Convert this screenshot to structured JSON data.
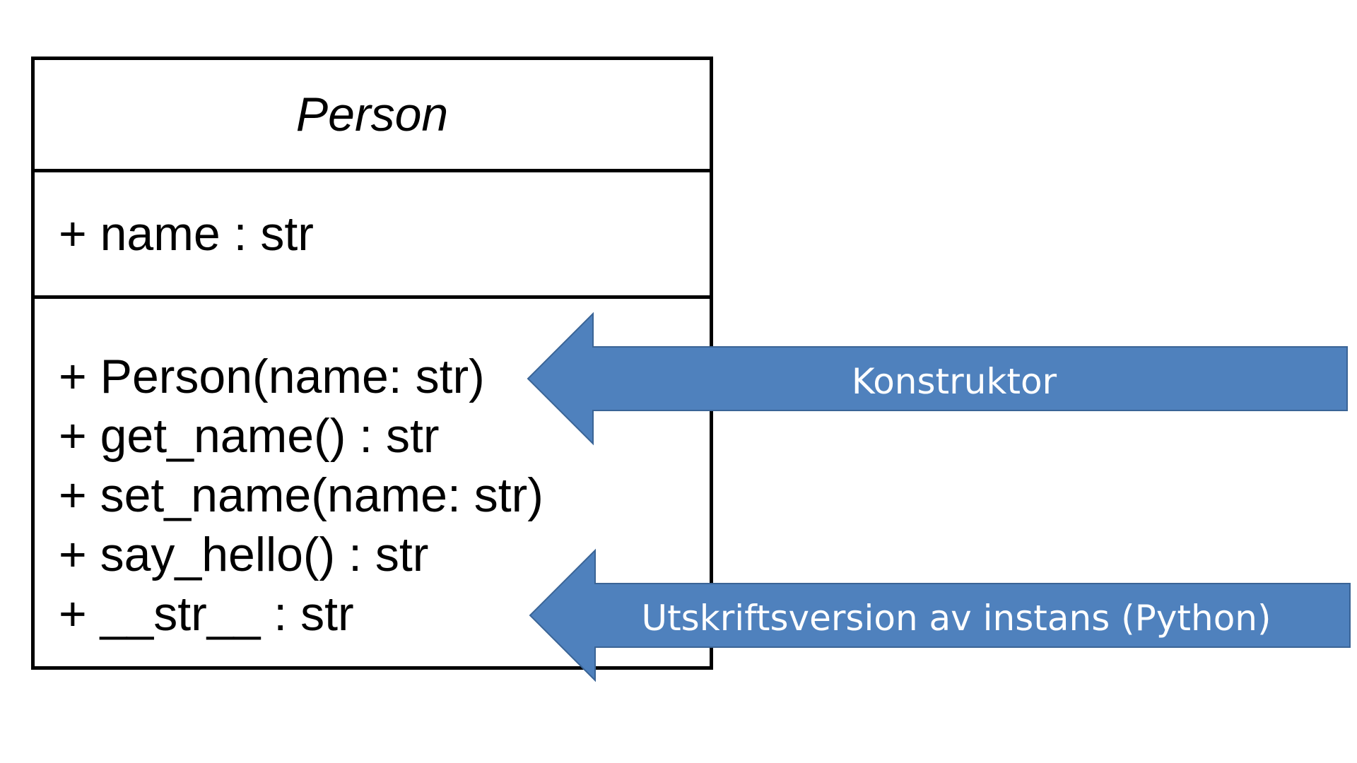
{
  "uml_class": {
    "name": "Person",
    "attributes": [
      "+ name : str"
    ],
    "operations": [
      "+ Person(name: str)",
      "+ get_name() : str",
      "+ set_name(name: str)",
      "+ say_hello() : str",
      "+ __str__ : str"
    ]
  },
  "callouts": [
    {
      "label": "Konstruktor",
      "color": "#4f81bd"
    },
    {
      "label": "Utskriftsversion av instans (Python)",
      "color": "#4f81bd"
    }
  ]
}
